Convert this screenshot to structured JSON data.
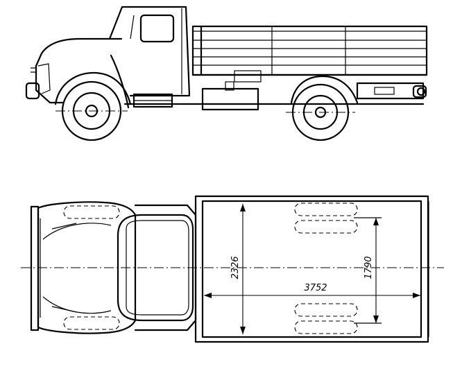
{
  "dimensions": {
    "body_inner_width": "2326",
    "track_width": "1790",
    "body_inner_length": "3752"
  }
}
